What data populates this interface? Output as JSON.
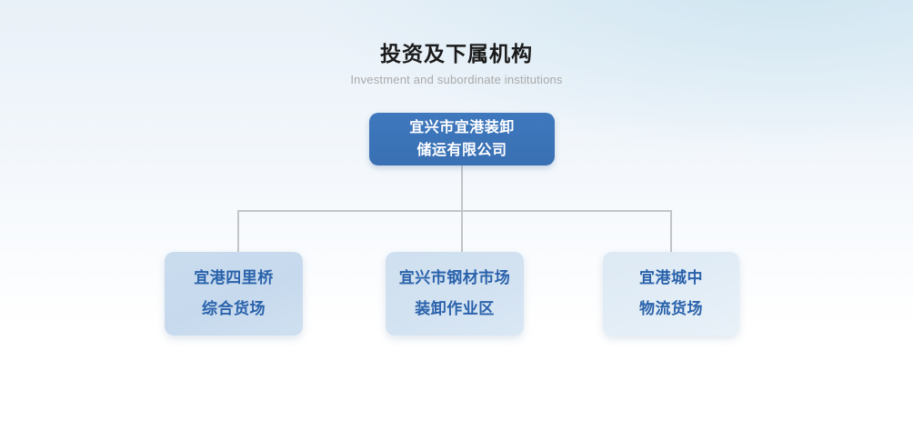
{
  "heading": {
    "title": "投资及下属机构",
    "subtitle": "Investment and subordinate institutions"
  },
  "colors": {
    "root_fill": "#3970b4",
    "root_text": "#ffffff",
    "child_text": "#2a62ab",
    "child_fill": "#cbdcee",
    "connector": "#c2c4c6",
    "title_text": "#1b1b1b",
    "subtitle_text": "#a9aaab",
    "background_top": "#e9f1f8",
    "background_bottom": "#ffffff"
  },
  "org_chart": {
    "root": {
      "lines": [
        "宜兴市宜港装卸",
        "储运有限公司"
      ]
    },
    "children": [
      {
        "lines": [
          "宜港四里桥",
          "综合货场"
        ]
      },
      {
        "lines": [
          "宜兴市钢材市场",
          "装卸作业区"
        ]
      },
      {
        "lines": [
          "宜港城中",
          "物流货场"
        ]
      }
    ]
  }
}
